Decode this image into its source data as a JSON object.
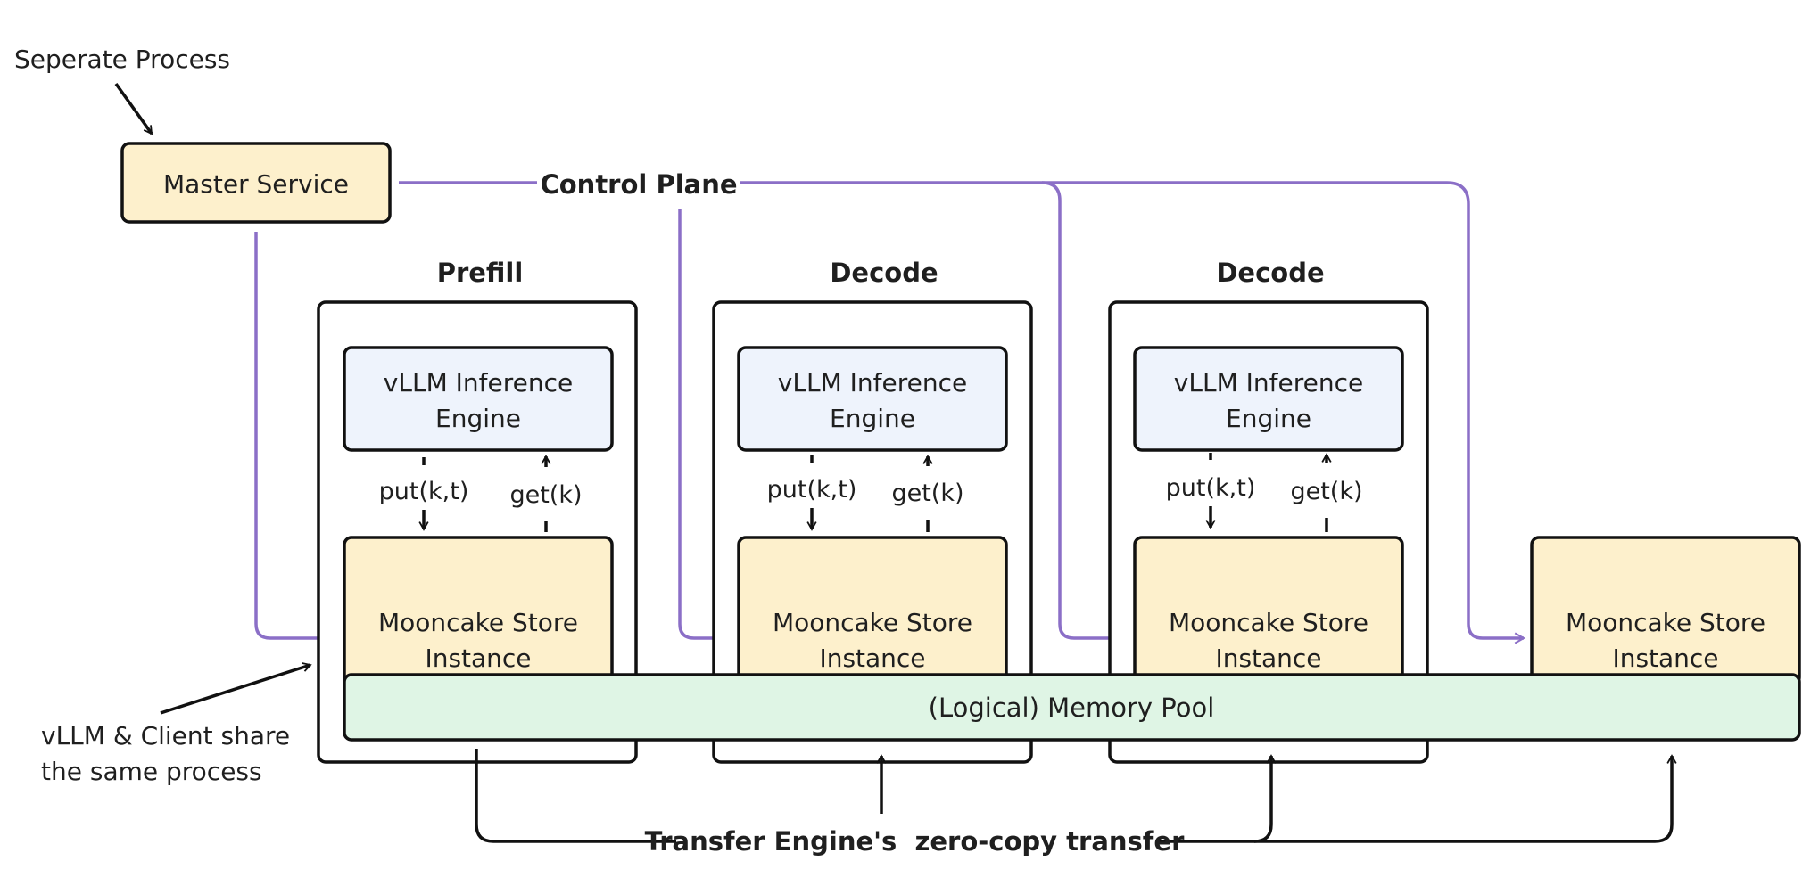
{
  "annotations": {
    "separate_process": "Seperate Process",
    "shared_process_line1": "vLLM & Client share",
    "shared_process_line2": "the same process"
  },
  "master_service": {
    "label": "Master Service"
  },
  "control_plane": {
    "label": "Control Plane"
  },
  "nodes": [
    {
      "title": "Prefill",
      "engine_line1": "vLLM Inference",
      "engine_line2": "Engine",
      "put_label": "put(k,t)",
      "get_label": "get(k)",
      "store_line1": "Mooncake Store",
      "store_line2": "Instance"
    },
    {
      "title": "Decode",
      "engine_line1": "vLLM Inference",
      "engine_line2": "Engine",
      "put_label": "put(k,t)",
      "get_label": "get(k)",
      "store_line1": "Mooncake Store",
      "store_line2": "Instance"
    },
    {
      "title": "Decode",
      "engine_line1": "vLLM Inference",
      "engine_line2": "Engine",
      "put_label": "put(k,t)",
      "get_label": "get(k)",
      "store_line1": "Mooncake Store",
      "store_line2": "Instance"
    }
  ],
  "standalone_store": {
    "line1": "Mooncake Store",
    "line2": "Instance"
  },
  "memory_pool": {
    "label": "(Logical) Memory Pool"
  },
  "transfer_engine": {
    "label": "Transfer Engine's  zero-copy transfer"
  },
  "colors": {
    "master_fill": "#fdf0cc",
    "store_fill": "#fdf0cc",
    "engine_fill": "#eef3fc",
    "pool_fill": "#dff5e5",
    "control_line": "#8b6fc7",
    "stroke": "#111111"
  }
}
